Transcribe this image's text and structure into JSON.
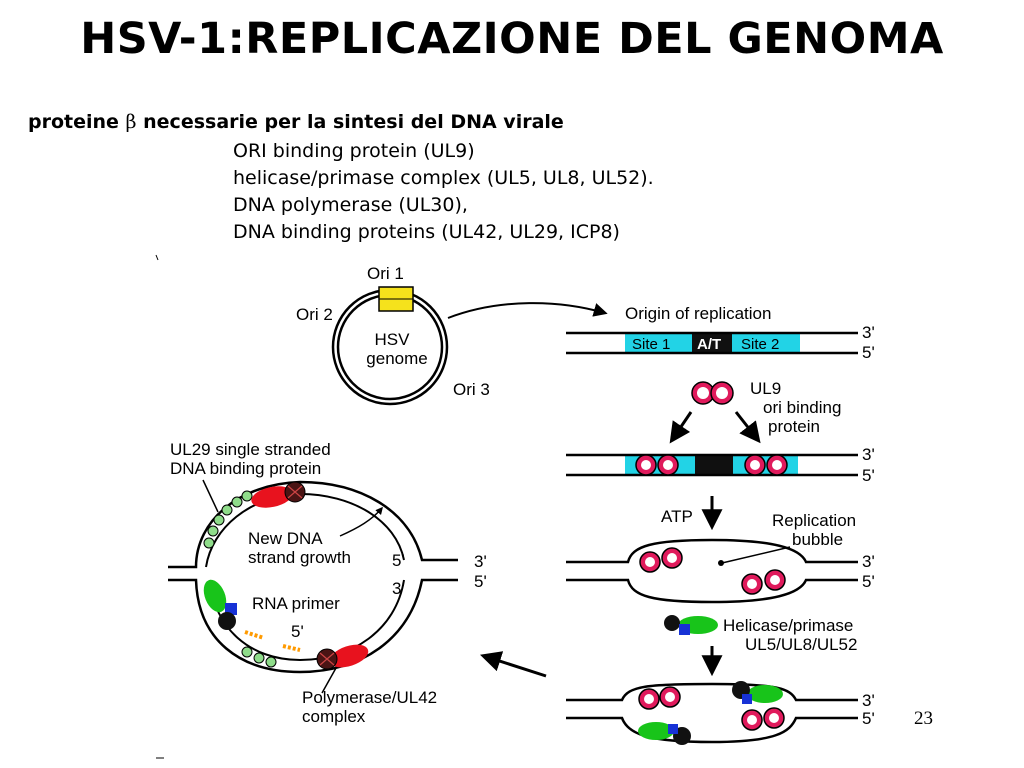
{
  "slide": {
    "title": "HSV-1:REPLICAZIONE DEL GENOMA",
    "subtitle_pre": "proteine ",
    "subtitle_beta": "β",
    "subtitle_post": " necessarie per la sintesi del DNA virale",
    "proteins": [
      "ORI binding protein (UL9)",
      "helicase/primase complex (UL5, UL8, UL52).",
      "DNA polymerase (UL30),",
      "DNA binding proteins (UL42, UL29, ICP8)"
    ],
    "page_number": "23"
  },
  "diagram": {
    "ori1": "Ori 1",
    "ori2": "Ori 2",
    "ori3": "Ori 3",
    "hsv_line1": "HSV",
    "hsv_line2": "genome",
    "origin_label": "Origin of replication",
    "site1": "Site 1",
    "at": "A/T",
    "site2": "Site 2",
    "end3": "3'",
    "end5": "5'",
    "ul9_line1": "UL9",
    "ul9_line2": "ori binding",
    "ul9_line3": "protein",
    "atp": "ATP",
    "bubble_line1": "Replication",
    "bubble_line2": "bubble",
    "helicase_line1": "Helicase/primase",
    "helicase_line2": "UL5/UL8/UL52",
    "ul29_line1": "UL29 single stranded",
    "ul29_line2": "DNA binding protein",
    "newdna_line1": "New DNA",
    "newdna_line2": "strand growth",
    "rna_primer": "RNA primer",
    "poly_line1": "Polymerase/UL42",
    "poly_line2": "complex",
    "colors": {
      "site_cyan": "#22d3e6",
      "ori_yellow": "#f5e21c",
      "ul9_pink": "#e01a5c",
      "protein_red": "#e8121e",
      "protein_green": "#18c41a",
      "protein_blue": "#1732d6",
      "ssb_green": "#8fdc8a",
      "primer_orange": "#ff9a00",
      "dark_red": "#4a1414"
    }
  }
}
